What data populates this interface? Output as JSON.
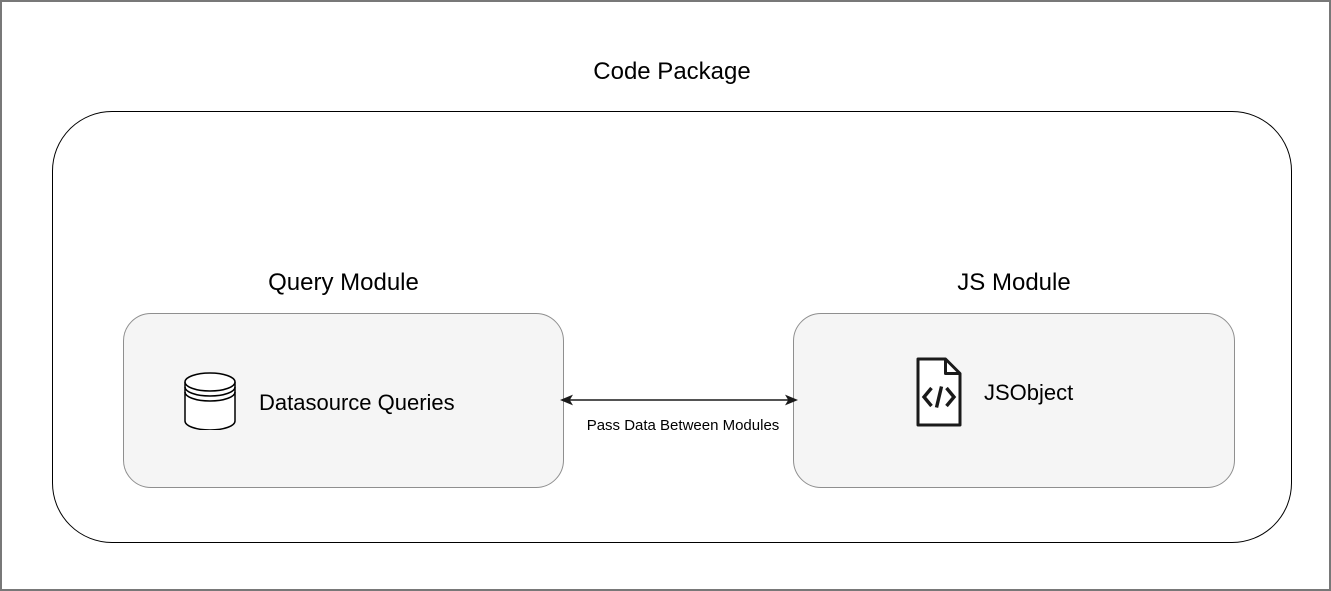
{
  "diagram": {
    "title": "Code Package",
    "query_module": {
      "label": "Query Module",
      "item_label": "Datasource Queries",
      "icon": "database-icon"
    },
    "js_module": {
      "label": "JS Module",
      "item_label": "JSObject",
      "icon": "code-file-icon"
    },
    "connector": {
      "label": "Pass Data Between Modules",
      "type": "bidirectional-arrow"
    }
  },
  "colors": {
    "page_background": "#ffffff",
    "frame_border": "#787878",
    "container_border": "#000000",
    "container_fill": "#ffffff",
    "module_fill": "#f5f5f5",
    "module_border": "#8f8f8f",
    "arrow": "#1a1a1a",
    "text": "#000000"
  }
}
